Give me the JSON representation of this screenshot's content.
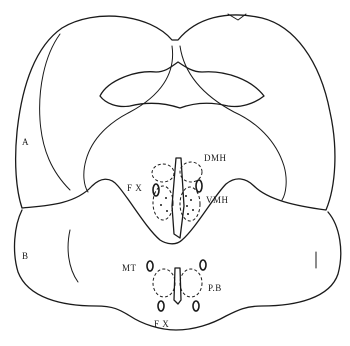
{
  "labels": {
    "section_a": "A",
    "section_b": "B",
    "dmh": "DMH",
    "fx_upper": "F X",
    "vmh": "VMH",
    "mt": "MT",
    "pb": "P.B",
    "fx_lower": "F X"
  },
  "colors": {
    "ink": "#1a1a1a",
    "background": "#ffffff"
  }
}
